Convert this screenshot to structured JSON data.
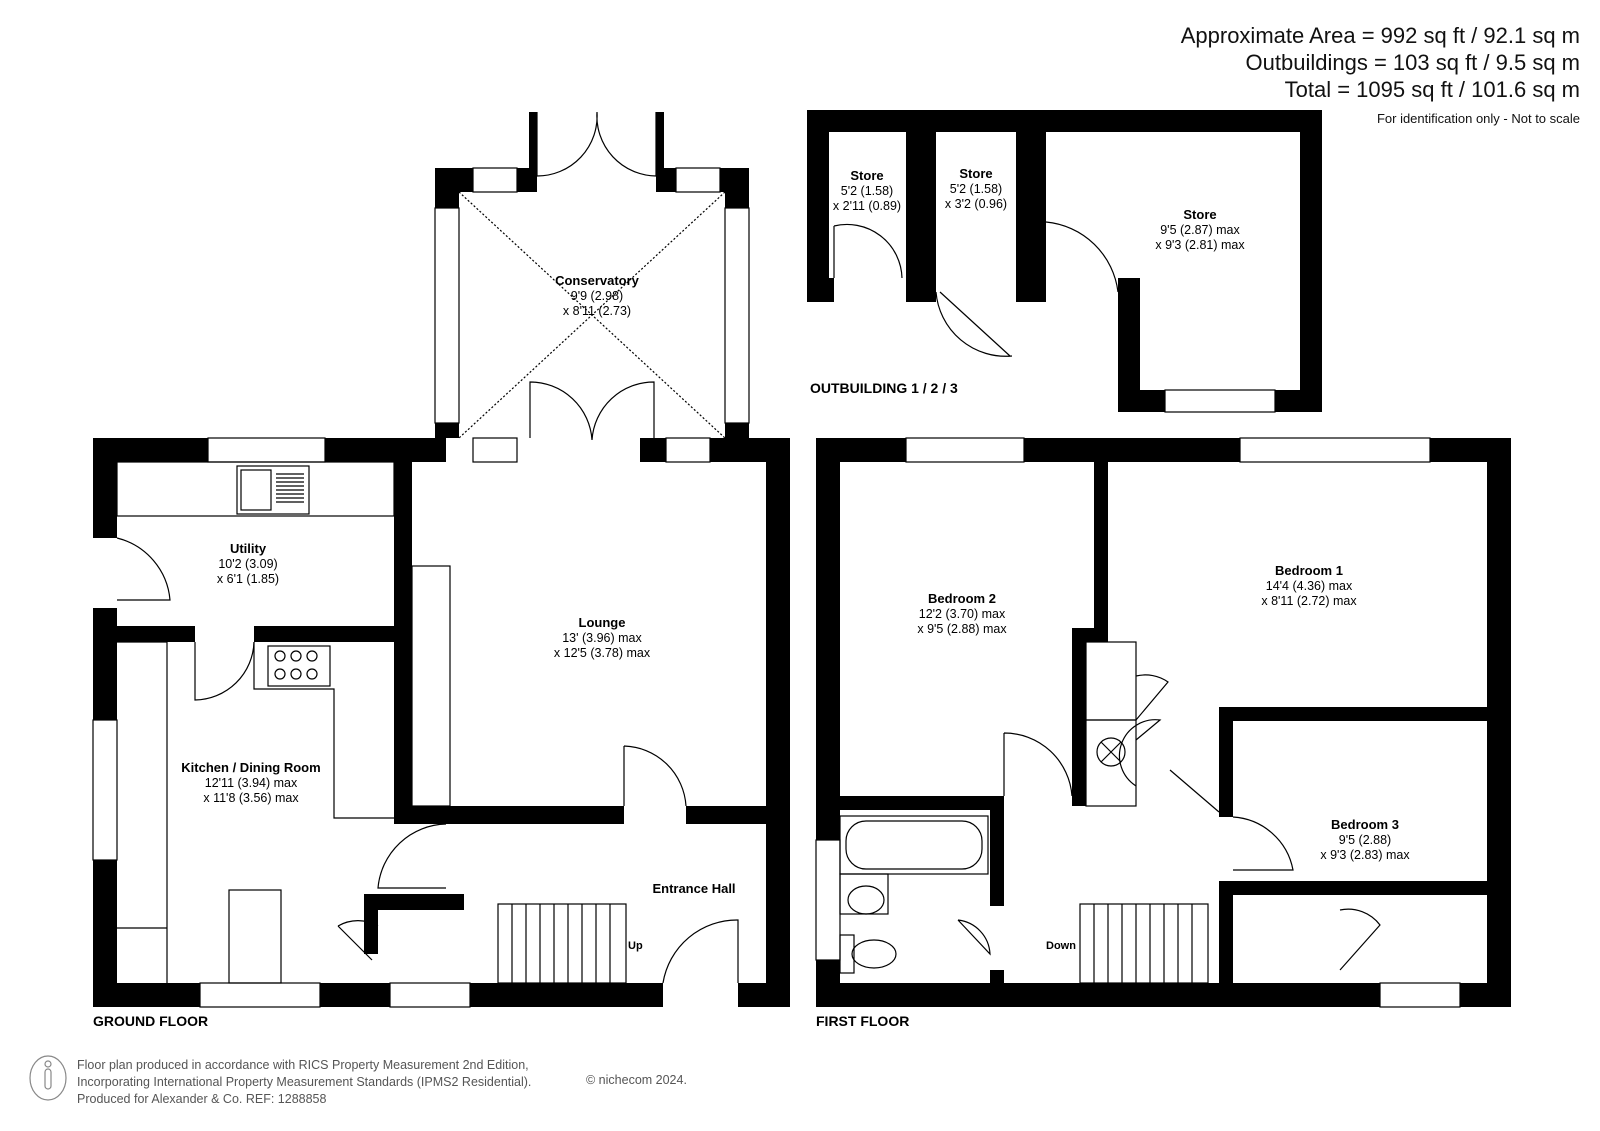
{
  "header": {
    "approx_area": "Approximate Area = 992 sq ft / 92.1 sq m",
    "outbuildings": "Outbuildings = 103 sq ft / 9.5 sq m",
    "total": "Total = 1095 sq ft / 101.6 sq m",
    "note": "For identification only - Not to scale"
  },
  "floors": {
    "ground": "GROUND FLOOR",
    "first": "FIRST FLOOR",
    "outbuilding": "OUTBUILDING 1 / 2 / 3"
  },
  "rooms": {
    "conservatory": {
      "name": "Conservatory",
      "dim1": "9'9 (2.98)",
      "dim2": "x 8'11 (2.73)"
    },
    "utility": {
      "name": "Utility",
      "dim1": "10'2 (3.09)",
      "dim2": "x 6'1 (1.85)"
    },
    "lounge": {
      "name": "Lounge",
      "dim1": "13' (3.96) max",
      "dim2": "x 12'5 (3.78) max"
    },
    "kitchen": {
      "name": "Kitchen / Dining Room",
      "dim1": "12'11 (3.94) max",
      "dim2": "x 11'8 (3.56) max"
    },
    "entrance": {
      "name": "Entrance Hall"
    },
    "bedroom2": {
      "name": "Bedroom 2",
      "dim1": "12'2 (3.70) max",
      "dim2": "x 9'5 (2.88) max"
    },
    "bedroom1": {
      "name": "Bedroom 1",
      "dim1": "14'4 (4.36) max",
      "dim2": "x 8'11 (2.72) max"
    },
    "bedroom3": {
      "name": "Bedroom 3",
      "dim1": "9'5 (2.88)",
      "dim2": "x 9'3 (2.83) max"
    },
    "store1": {
      "name": "Store",
      "dim1": "5'2 (1.58)",
      "dim2": "x 2'11 (0.89)"
    },
    "store2": {
      "name": "Store",
      "dim1": "5'2 (1.58)",
      "dim2": "x 3'2 (0.96)"
    },
    "store3": {
      "name": "Store",
      "dim1": "9'5 (2.87) max",
      "dim2": "x 9'3 (2.81) max"
    }
  },
  "stairs": {
    "up": "Up",
    "down": "Down"
  },
  "footer": {
    "line1": "Floor plan produced in accordance with RICS Property Measurement 2nd Edition,",
    "line2": "Incorporating International Property Measurement Standards (IPMS2 Residential).",
    "line3": "Produced for Alexander & Co.   REF:  1288858",
    "copyright": "© nichecom 2024."
  }
}
